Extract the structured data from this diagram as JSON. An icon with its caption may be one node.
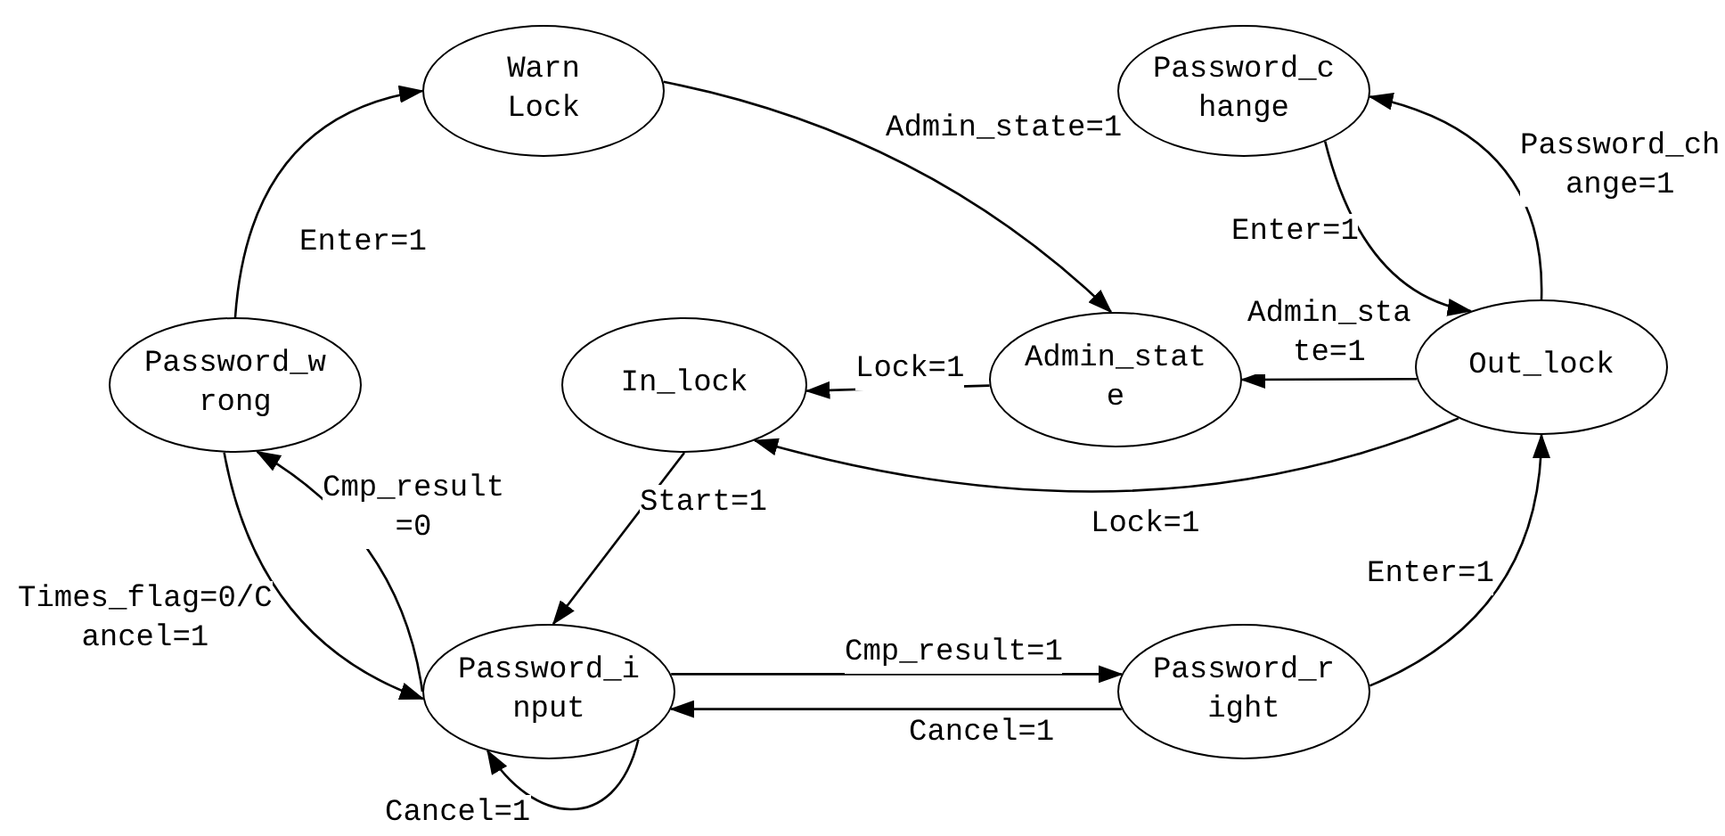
{
  "diagram": {
    "nodes": [
      {
        "text": [
          "Warn Lock"
        ]
      },
      {
        "text": [
          "Password_change"
        ]
      },
      {
        "text": [
          "Password_wrong"
        ]
      },
      {
        "text": [
          "In_lock"
        ]
      },
      {
        "text": [
          "Admin_state"
        ]
      },
      {
        "text": [
          "Out_lock"
        ]
      },
      {
        "text": [
          "Password_input"
        ]
      },
      {
        "text": [
          "Password_right"
        ]
      }
    ],
    "edges": [
      {
        "from": 2,
        "to": 0,
        "arrow": "to",
        "label": "Enter=1"
      },
      {
        "from": 0,
        "to": 4,
        "arrow": "to",
        "label": "Admin_state=1"
      },
      {
        "from": 1,
        "to": 5,
        "arrow": "to",
        "label": "Enter=1"
      },
      {
        "from": 5,
        "to": 1,
        "arrow": "to",
        "label": "Password_change=1"
      },
      {
        "from": 5,
        "to": 4,
        "arrow": "to",
        "label": "Admin_state=1"
      },
      {
        "from": 4,
        "to": 3,
        "arrow": "to",
        "label": "Lock=1"
      },
      {
        "from": 5,
        "to": 3,
        "arrow": "to",
        "label": "Lock=1"
      },
      {
        "from": 3,
        "to": 6,
        "arrow": "to",
        "label": "Start=1"
      },
      {
        "from": 6,
        "to": 2,
        "arrow": "to",
        "label": "Cmp_result=0"
      },
      {
        "from": 2,
        "to": 6,
        "arrow": "to",
        "label": "Times_flag=0/Cancel=1"
      },
      {
        "from": 6,
        "to": 7,
        "arrow": "to",
        "label": "Cmp_result=1"
      },
      {
        "from": 7,
        "to": 6,
        "arrow": "to",
        "label": "Cancel=1"
      },
      {
        "from": 6,
        "to": 6,
        "arrow": "to",
        "label": "Cancel=1"
      },
      {
        "from": 7,
        "to": 5,
        "arrow": "to",
        "label": "Enter=1"
      }
    ]
  }
}
